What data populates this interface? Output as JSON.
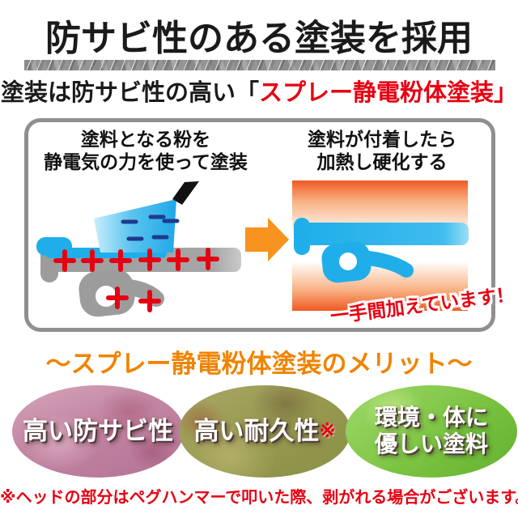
{
  "header": {
    "title": "防サビ性のある塗装を採用"
  },
  "subtitle": {
    "prefix": "塗装は防サビ性の高い「",
    "highlight": "スプレー静電粉体塗装」"
  },
  "process": {
    "left": {
      "caption_line1": "塗料となる粉を",
      "caption_line2": "静電気の力を使って塗装"
    },
    "right": {
      "caption_line1": "塗料が付着したら",
      "caption_line2": "加熱し硬化する"
    },
    "banner": "一手間加えています！"
  },
  "merits": {
    "heading": "～スプレー静電粉体塗装のメリット～",
    "items": [
      {
        "label": "高い防サビ性",
        "mark": ""
      },
      {
        "label": "高い耐久性",
        "mark": "※"
      },
      {
        "label_line1": "環境・体に",
        "label_line2": "優しい塗料"
      }
    ]
  },
  "footnote": "※ヘッドの部分はペグハンマーで叩いた際、剥がれる場合がございます。",
  "colors": {
    "accent_red": "#E60012",
    "merit_orange": "#F08300",
    "arrow_orange": "#F7931E",
    "paint_cyan": "#1FAEE9",
    "minus_navy": "#1E3A8C",
    "peg_gray": "#9C9C9C",
    "box_border_gray": "#8F8F8F",
    "heat_orange": "#EF5A24"
  }
}
